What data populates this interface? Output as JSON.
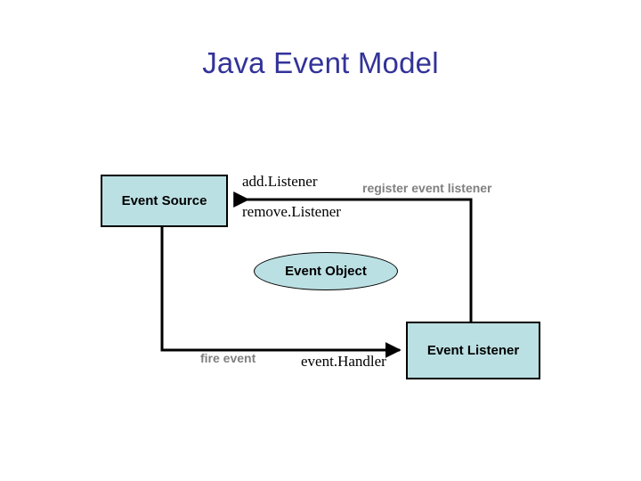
{
  "slide": {
    "title": "Java Event Model",
    "background": "#ffffff",
    "title_color": "#333399",
    "shape_fill": "#bbe0e3",
    "shape_stroke": "#000000",
    "gray_label_color": "#808080"
  },
  "nodes": {
    "event_source": {
      "label": "Event Source",
      "shape": "rectangle"
    },
    "event_object": {
      "label": "Event Object",
      "shape": "ellipse"
    },
    "event_listener": {
      "label": "Event Listener",
      "shape": "rectangle"
    }
  },
  "edges": {
    "add_listener": "add.Listener",
    "remove_listener": "remove.Listener",
    "register_event_listener": "register event listener",
    "fire_event": "fire event",
    "event_handler": "event.Handler"
  }
}
